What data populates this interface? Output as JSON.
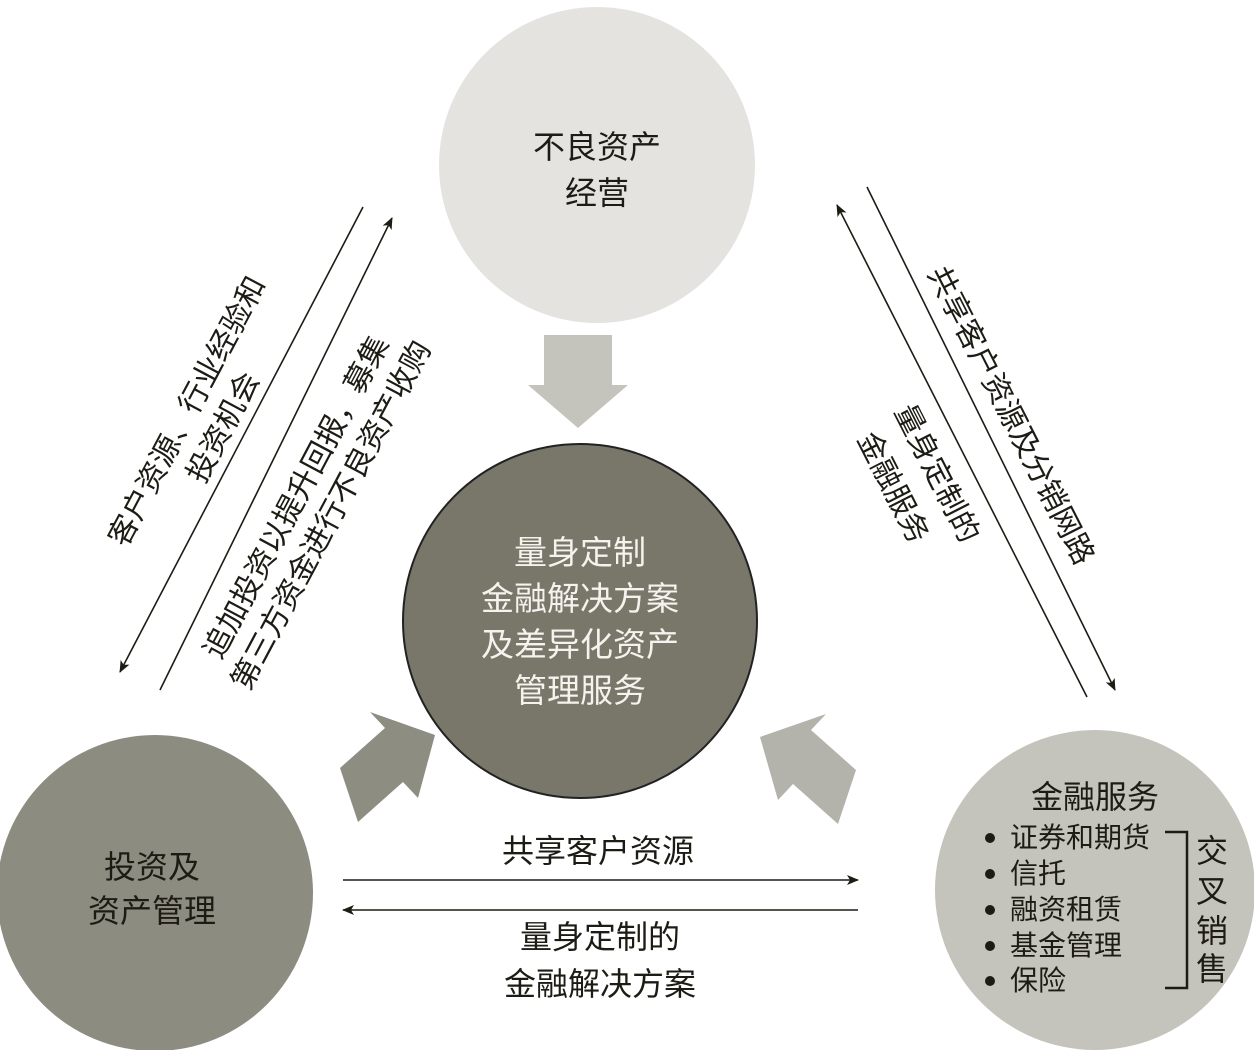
{
  "nodes": {
    "top": {
      "lines": [
        "不良资产",
        "经营"
      ],
      "color": "#e4e3df"
    },
    "center": {
      "lines": [
        "量身定制",
        "金融解决方案",
        "及差异化资产",
        "管理服务"
      ],
      "color": "#78776a"
    },
    "left": {
      "lines": [
        "投资及",
        "资产管理"
      ],
      "color": "#8d8c81"
    },
    "right": {
      "title": "金融服务",
      "items": [
        "证券和期货",
        "信托",
        "融资租赁",
        "基金管理",
        "保险"
      ],
      "bracket_label": [
        "交",
        "叉",
        "销",
        "售"
      ],
      "color": "#c4c3bc"
    }
  },
  "links": {
    "left_diag": {
      "upper": [
        "客户资源、行业经验和",
        "投资机会"
      ],
      "lower": [
        "追加投资以提升回报，募集",
        "第三方资金进行不良资产收购"
      ]
    },
    "right_diag": {
      "upper": [
        "共享客户资源及分销网路"
      ],
      "lower": [
        "量身定制的",
        "金融服务"
      ]
    },
    "bottom": {
      "upper": [
        "共享客户资源"
      ],
      "lower": [
        "量身定制的",
        "金融解决方案"
      ]
    }
  },
  "arrow_colors": {
    "top": "#c4c4bc",
    "left": "#8e8d82",
    "right": "#b3b2ab"
  }
}
